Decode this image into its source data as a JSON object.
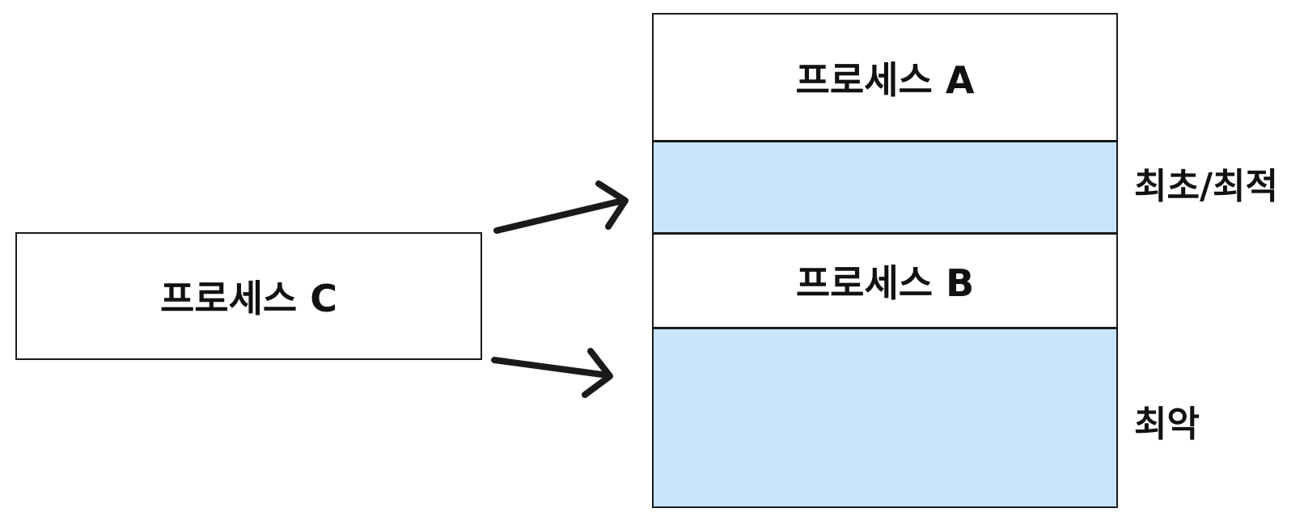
{
  "process_c": {
    "label": "프로세스 C"
  },
  "memory": {
    "process_a": "프로세스 A",
    "process_b": "프로세스 B",
    "free_color": "#c6e4fc",
    "border_color": "#1a1a1a"
  },
  "labels": {
    "first_best_fit": "최초/최적",
    "worst_fit": "최악"
  },
  "arrows": [
    {
      "from": "process-c",
      "to": "free-block-1",
      "meaning": "최초/최적"
    },
    {
      "from": "process-c",
      "to": "free-block-2",
      "meaning": "최악"
    }
  ]
}
